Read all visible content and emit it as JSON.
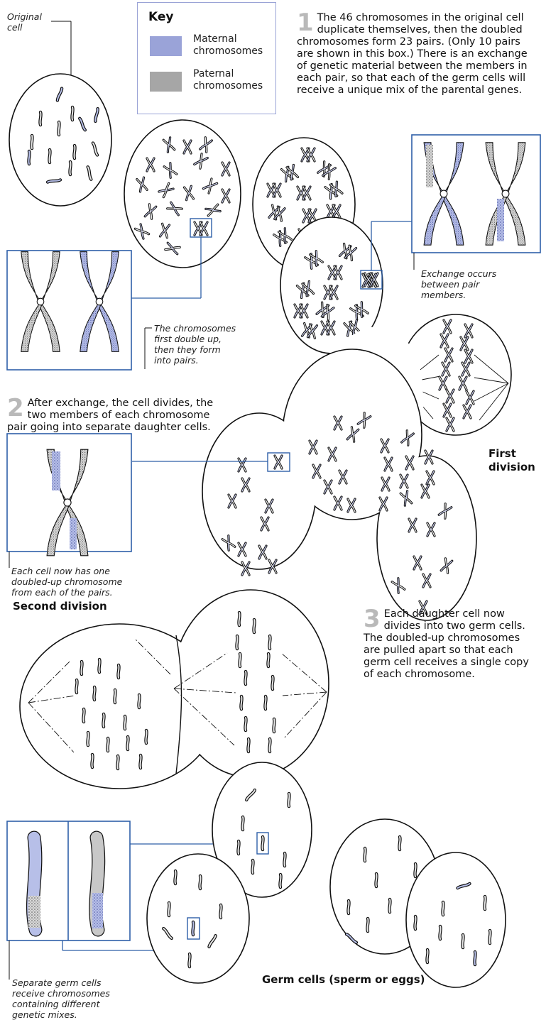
{
  "labels": {
    "original_cell": "Original\ncell",
    "pairs_note": "The chromosomes\nfirst double up,\nthen they form\ninto pairs.",
    "exchange_note": "Exchange occurs\nbetween pair\nmembers.",
    "first_division": "First\ndivision",
    "doubled_note": "Each cell now has one\ndoubled-up chromosome\nfrom each of the pairs.",
    "second_division": "Second division",
    "germ_note": "Separate germ cells\nreceive chromosomes\ncontaining different\ngenetic mixes.",
    "germ_cells": "Germ cells (sperm or eggs)"
  },
  "key": {
    "title": "Key",
    "maternal_label": "Maternal\nchromosomes",
    "paternal_label": "Paternal\nchromosomes",
    "maternal_color": "#9aa3d8",
    "paternal_color": "#a6a6a6"
  },
  "steps": [
    {
      "number": "1",
      "text": "The 46 chromosomes in the original cell duplicate themselves, then the doubled chromosomes form 23 pairs. (Only 10 pairs are shown in this box.) There is an exchange of genetic material between the members in each pair, so that each of the germ cells will receive a unique mix of the parental genes."
    },
    {
      "number": "2",
      "text": "After exchange, the cell divides, the two members of each chromosome pair going into separate daughter cells."
    },
    {
      "number": "3",
      "text": "Each daughter cell now divides into two germ cells. The doubled-up chromosomes are pulled apart so that each germ cell receives a single copy of each chromosome."
    }
  ],
  "colors": {
    "accent_line": "#2e5fa8",
    "maternal": "#a8b0e0",
    "paternal": "#b8b8b8",
    "outline": "#111111"
  }
}
